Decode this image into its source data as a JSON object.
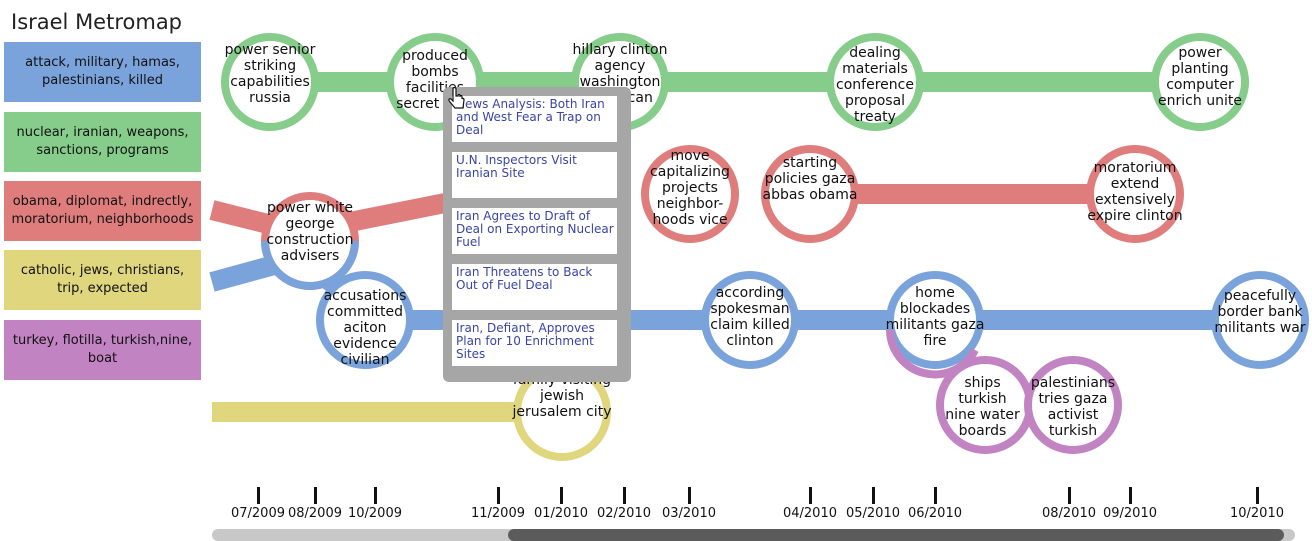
{
  "title": "Israel Metromap",
  "legend": [
    {
      "label": "attack, military, hamas, palestinians, killed",
      "color": "#7ba3db"
    },
    {
      "label": "nuclear, iranian, weapons, sanctions, programs",
      "color": "#86cc8a"
    },
    {
      "label": "obama, diplomat, indrectly, moratorium, neighborhoods",
      "color": "#df7d7d"
    },
    {
      "label": "catholic, jews, christians, trip, expected",
      "color": "#dfd67e"
    },
    {
      "label": "turkey, flotilla, turkish,nine, boat",
      "color": "#c283c2"
    }
  ],
  "nodes": [
    {
      "id": "n1",
      "text": "power senior striking capabilities russia"
    },
    {
      "id": "n2",
      "text": "produced bombs facilities secret plan"
    },
    {
      "id": "n3",
      "text": "hillary clinton agency washington american"
    },
    {
      "id": "n4",
      "text": "dealing materials conference proposal treaty"
    },
    {
      "id": "n5",
      "text": "power planting computer enrich unite"
    },
    {
      "id": "n6",
      "text": "power white george construction advisers"
    },
    {
      "id": "n7",
      "text": "move capitalizing projects neighbor-hoods vice"
    },
    {
      "id": "n8",
      "text": "starting policies gaza abbas obama"
    },
    {
      "id": "n9",
      "text": "moratorium extend extensively expire clinton"
    },
    {
      "id": "n10",
      "text": "accusations committed aciton evidence civilian"
    },
    {
      "id": "n11",
      "text": "according spokesman claim killed clinton"
    },
    {
      "id": "n12",
      "text": "home blockades militants gaza fire"
    },
    {
      "id": "n13",
      "text": "peacefully border bank militants war"
    },
    {
      "id": "n14",
      "text": "family visiting jewish jerusalem city"
    },
    {
      "id": "n15",
      "text": "ships turkish nine water boards"
    },
    {
      "id": "n16",
      "text": "palestinians tries gaza activist turkish"
    }
  ],
  "popup": {
    "articles": [
      "News Analysis: Both Iran and West Fear a Trap on Deal",
      "U.N. Inspectors Visit Iranian Site",
      "Iran Agrees to Draft of Deal on Exporting Nuclear Fuel",
      "Iran Threatens to Back Out of Fuel Deal",
      "Iran, Defiant, Approves Plan for 10 Enrichment Sites"
    ]
  },
  "timeline": [
    "07/2009",
    "08/2009",
    "10/2009",
    "11/2009",
    "01/2010",
    "02/2010",
    "03/2010",
    "04/2010",
    "05/2010",
    "06/2010",
    "08/2010",
    "09/2010",
    "10/2010"
  ],
  "scrollbar": {
    "track_color": "#c8c8c8",
    "thumb_color": "#5b5b5b"
  }
}
